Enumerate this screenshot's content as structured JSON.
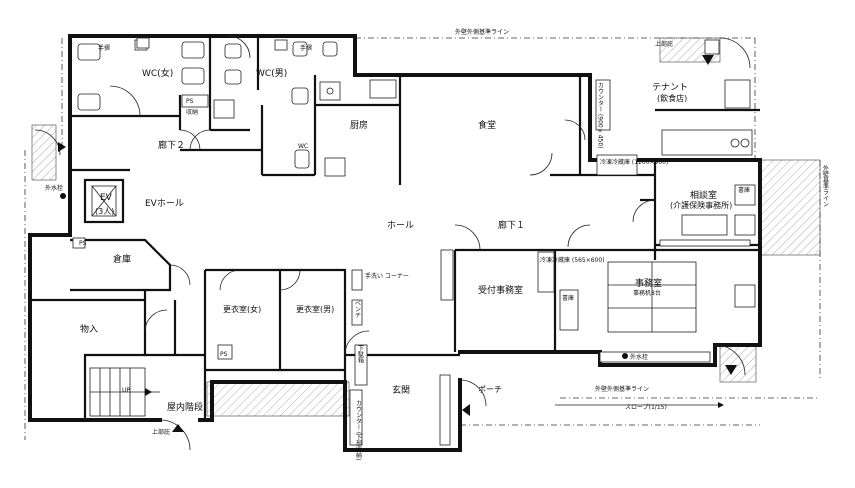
{
  "rooms": {
    "wc_female": "WC(女)",
    "wc_male": "WC(男)",
    "corridor2": "廊下２",
    "ev": "EV",
    "ev_capacity": "(3人)",
    "ev_hall": "EVホール",
    "storage": "倉庫",
    "storeroom": "物入",
    "indoor_stairs": "屋内階段",
    "kitchen": "厨房",
    "dining": "食堂",
    "tenant": "テナント",
    "tenant_sub": "(飲食店)",
    "consult": "相談室",
    "consult_sub": "(介護保険事務所)",
    "hall": "ホール",
    "corridor1": "廊下１",
    "reception": "受付事務室",
    "office": "事務室",
    "office_sub": "事務机8台",
    "locker_f": "更衣室(女)",
    "locker_m": "更衣室(男)",
    "entrance": "玄関",
    "porch": "ポーチ",
    "wc_small": "WC"
  },
  "notes": {
    "outer_wall_top": "外壁外側基準ライン",
    "outer_wall_right": "外壁基準ライン",
    "outer_wall_bottom": "外壁外側基準ライン",
    "slope": "スロープ(1/15)",
    "hydrant_left": "外水栓",
    "hydrant_bottom": "外水栓",
    "handwash_corner": "手洗い\nコーナー",
    "bench": "ベンチ",
    "counter": "カウンター\n(下部収納)",
    "shoe_storage": "下駄箱",
    "up": "UP",
    "ps": "PS",
    "storage_small": "収納",
    "handrail": "手摺",
    "fridge_sub": "冷凍冷蔵庫\n(1200×900)",
    "fridge_office": "冷凍冷蔵庫\n(565×600)",
    "counter_tenant": "カウンター\n(900×450)",
    "shelf": "書庫",
    "top_floor": "上部庇",
    "bottom_floor": "上部庇"
  }
}
